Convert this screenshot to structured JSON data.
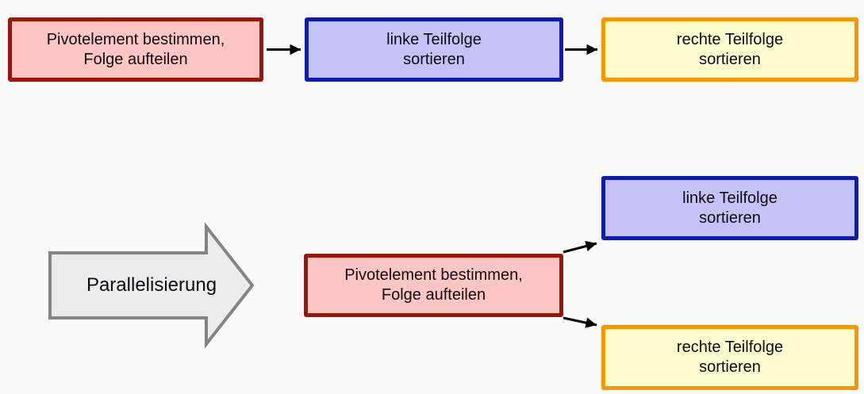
{
  "diagram": {
    "labels": {
      "pivot": "Pivotelement bestimmen,\nFolge aufteilen",
      "left_subsequence": "linke Teilfolge\nsortieren",
      "right_subsequence": "rechte Teilfolge\nsortieren",
      "transformation": "Parallelisierung"
    },
    "colors": {
      "background": "#fafafa",
      "text": "#0b0b10",
      "pivot_fill": "#fdc6c4",
      "pivot_border": "#9a150a",
      "left_fill": "#c5c2f7",
      "left_border": "#0e1bad",
      "right_fill": "#fdfcce",
      "right_border": "#f79600",
      "connector": "#000000",
      "transform_fill": "#ececec",
      "transform_border": "#848484"
    }
  }
}
